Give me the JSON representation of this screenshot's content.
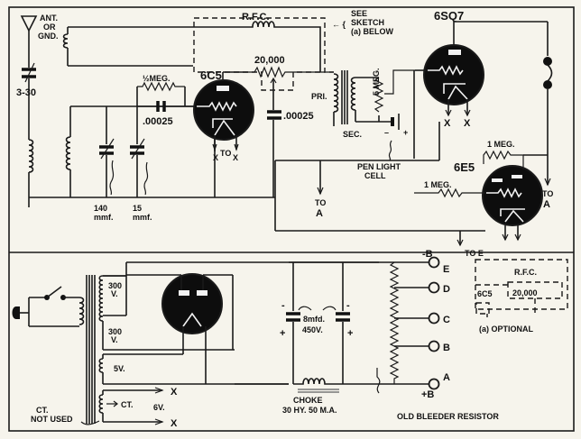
{
  "diagram": {
    "type": "radio receiver schematic with power supply",
    "antenna": {
      "label_line1": "ANT.",
      "label_line2": "OR",
      "label_line3": "GND."
    },
    "antenna_capacitor": "3-30",
    "grid_leak_resistor": "½MEG.",
    "grid_capacitor": ".00025",
    "tuning_capacitors": [
      {
        "value": "140",
        "unit": "mmf."
      },
      {
        "value": "15",
        "unit": "mmf."
      }
    ],
    "tubes": {
      "detector": "6C5",
      "audio": "6SQ7",
      "tuning_eye": "6E5",
      "rectifier": ""
    },
    "rfc_label": "R.F.C.",
    "regen_pot": "20,000",
    "bypass_capacitor": ".00025",
    "see_sketch_note": [
      "SEE",
      "SKETCH",
      "(a) BELOW"
    ],
    "transformer": {
      "primary": "PRI.",
      "secondary": "SEC."
    },
    "volume_pot": "5 MEG.",
    "pen_light_cell": [
      "PEN LIGHT",
      "CELL"
    ],
    "eye_resistors": [
      "1 MEG.",
      "1 MEG."
    ],
    "heater_labels": {
      "to": "TO",
      "x": "X"
    },
    "to_a": [
      "TO",
      "A"
    ],
    "to_e": "TO E",
    "power_transformer": {
      "hv1": [
        "300",
        "V."
      ],
      "hv2": [
        "300",
        "V."
      ],
      "fil5": "5V.",
      "ct": "CT.",
      "fil6": "6V.",
      "ct_not_used": [
        "CT.",
        "NOT USED"
      ],
      "x": "X"
    },
    "filter_caps": {
      "value": "8mfd.",
      "voltage": "450V.",
      "minus": "-",
      "plus": "+"
    },
    "choke": [
      "CHOKE",
      "30 HY.  50 M.A."
    ],
    "bleeder_taps": [
      "E",
      "D",
      "C",
      "B",
      "A"
    ],
    "minus_b": "-B",
    "plus_b": "+B",
    "bleeder_label": "OLD BLEEDER RESISTOR",
    "inset": {
      "rfc": "R.F.C.",
      "tube": "6C5",
      "pot": "20,000",
      "caption": "(a) OPTIONAL"
    }
  }
}
